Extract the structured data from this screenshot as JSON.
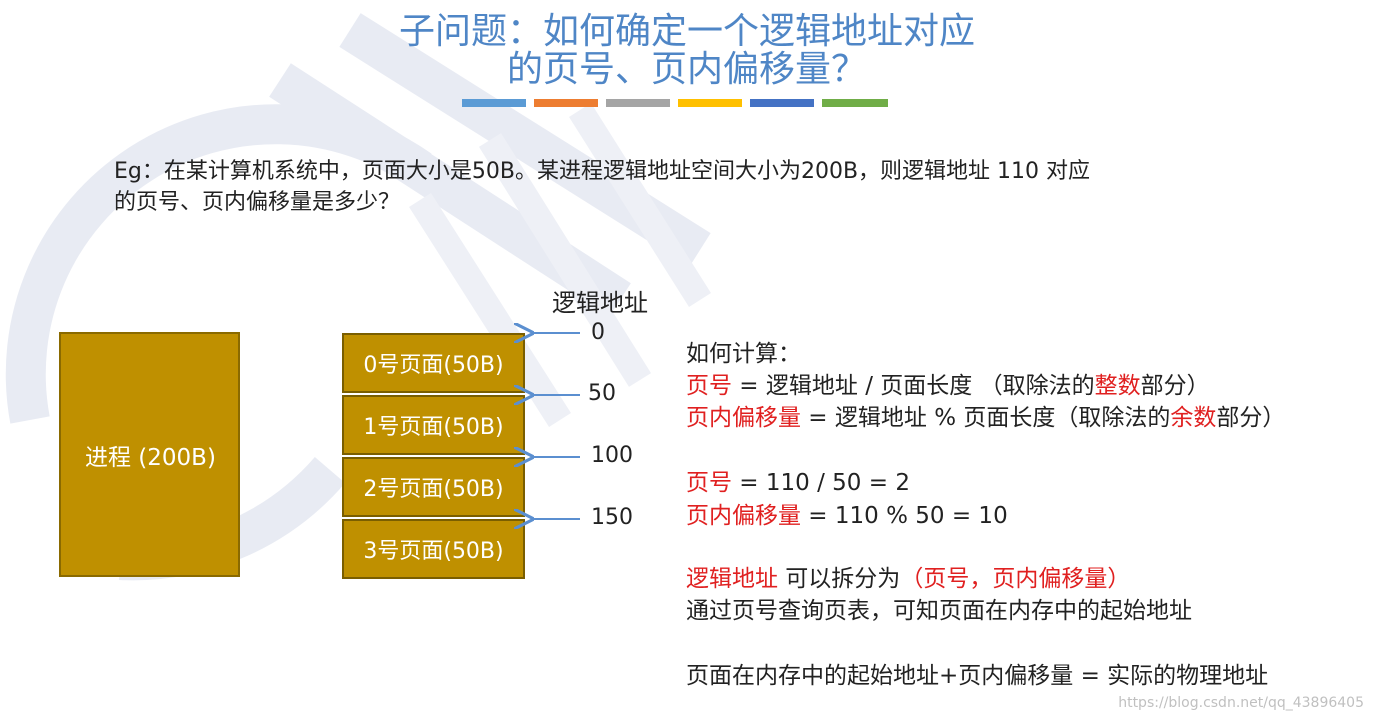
{
  "title": {
    "line1": "子问题：如何确定一个逻辑地址对应",
    "line2": "的页号、页内偏移量？"
  },
  "colors": {
    "bars": [
      "#5b9bd5",
      "#ed7d31",
      "#a5a5a5",
      "#ffc000",
      "#4472c4",
      "#70ad47"
    ],
    "block_fill": "#bf9000",
    "highlight": "#e02020",
    "title": "#4f86c6"
  },
  "question": {
    "line1": "Eg：在某计算机系统中，页面大小是50B。某进程逻辑地址空间大小为200B，则逻辑地址 110 对应",
    "line2": "的页号、页内偏移量是多少？"
  },
  "diagram": {
    "process_label": "进程 (200B)",
    "logical_address_title": "逻辑地址",
    "pages": [
      "0号页面(50B)",
      "1号页面(50B)",
      "2号页面(50B)",
      "3号页面(50B)"
    ],
    "addresses": [
      "0",
      "50",
      "100",
      "150"
    ]
  },
  "calc": {
    "heading": "如何计算：",
    "f1_red": "页号",
    "f1_rest_a": " = 逻辑地址 / 页面长度 （取除法的",
    "f1_red2": "整数",
    "f1_rest_b": "部分）",
    "f2_red": "页内偏移量",
    "f2_rest_a": " = 逻辑地址 % 页面长度（取除法的",
    "f2_red2": "余数",
    "f2_rest_b": "部分）",
    "r1_red": "页号",
    "r1_rest": " = 110 / 50 = 2",
    "r2_red": "页内偏移量",
    "r2_rest": " = 110 % 50 = 10",
    "s1_red": "逻辑地址",
    "s1_mid": " 可以拆分为",
    "s1_red2": "（页号，页内偏移量）",
    "s2": "通过页号查询页表，可知页面在内存中的起始地址",
    "s3": "页面在内存中的起始地址+页内偏移量 = 实际的物理地址"
  },
  "credit": "https://blog.csdn.net/qq_43896405"
}
